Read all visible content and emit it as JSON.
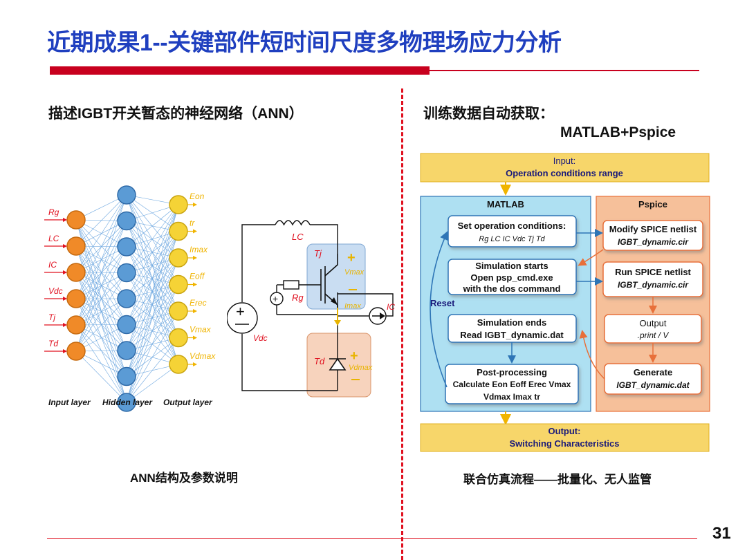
{
  "slide": {
    "title": "近期成果1--关键部件短时间尺度多物理场应力分析",
    "page_number": "31"
  },
  "left": {
    "heading": "描述IGBT开关暂态的神经网络（ANN）",
    "caption": "ANN结构及参数说明",
    "ann": {
      "input_labels": [
        "Rg",
        "LC",
        "IC",
        "Vdc",
        "Tj",
        "Td"
      ],
      "output_labels": [
        "Eon",
        "tr",
        "Imax",
        "Eoff",
        "Erec",
        "Vmax",
        "Vdmax"
      ],
      "layer_labels": {
        "input": "Input layer",
        "hidden": "Hidden layer",
        "output": "Output layer"
      },
      "colors": {
        "input": "#f08a28",
        "hidden": "#5b9bd5",
        "output": "#f5d336",
        "edges": "#6fa8e0"
      }
    },
    "circuit": {
      "labels": {
        "lc": "LC",
        "tj": "Tj",
        "rg": "Rg",
        "vmax": "Vmax",
        "imax": "Imax",
        "ic": "IC",
        "vdc": "Vdc",
        "td": "Td",
        "vdmax": "Vdmax"
      },
      "colors": {
        "igbt_box": "#c9ddf2",
        "diode_box": "#f7d3bd",
        "label": "#e0101f"
      }
    }
  },
  "right": {
    "heading": "训练数据自动获取：",
    "subheading": "MATLAB+Pspice",
    "caption": "联合仿真流程——批量化、无人监管",
    "flow": {
      "input_line1": "Input:",
      "input_line2": "Operation conditions range",
      "matlab_title": "MATLAB",
      "pspice_title": "Pspice",
      "reset_label": "Reset",
      "set_conditions": {
        "title": "Set operation conditions:",
        "params": "Rg  LC  IC  Vdc  Tj  Td"
      },
      "sim_starts": {
        "line1": "Simulation starts",
        "line2": "Open psp_cmd.exe",
        "line3": "with the dos command"
      },
      "sim_ends": {
        "line1": "Simulation ends",
        "line2": "Read IGBT_dynamic.dat"
      },
      "post": {
        "line1": "Post-processing",
        "line2": "Calculate Eon Eoff Erec Vmax",
        "line3": "Vdmax Imax tr"
      },
      "modify": {
        "line1": "Modify SPICE netlist",
        "line2": "IGBT_dynamic.cir"
      },
      "run": {
        "line1": "Run SPICE netlist",
        "line2": "IGBT_dynamic.cir"
      },
      "output_print": {
        "line1": "Output",
        "line2": ".print / V"
      },
      "generate": {
        "line1": "Generate",
        "line2": "IGBT_dynamic.dat"
      },
      "output_line1": "Output:",
      "output_line2": "Switching Characteristics",
      "colors": {
        "io_box": "#f7d66a",
        "matlab_bg": "#aee0f2",
        "pspice_bg": "#f6c09a",
        "box_border_blue": "#2e75b6",
        "box_border_orange": "#e8703a",
        "arrow_blue": "#2e75b6",
        "arrow_orange": "#e8703a",
        "arrow_yellow": "#f0b400"
      }
    }
  }
}
